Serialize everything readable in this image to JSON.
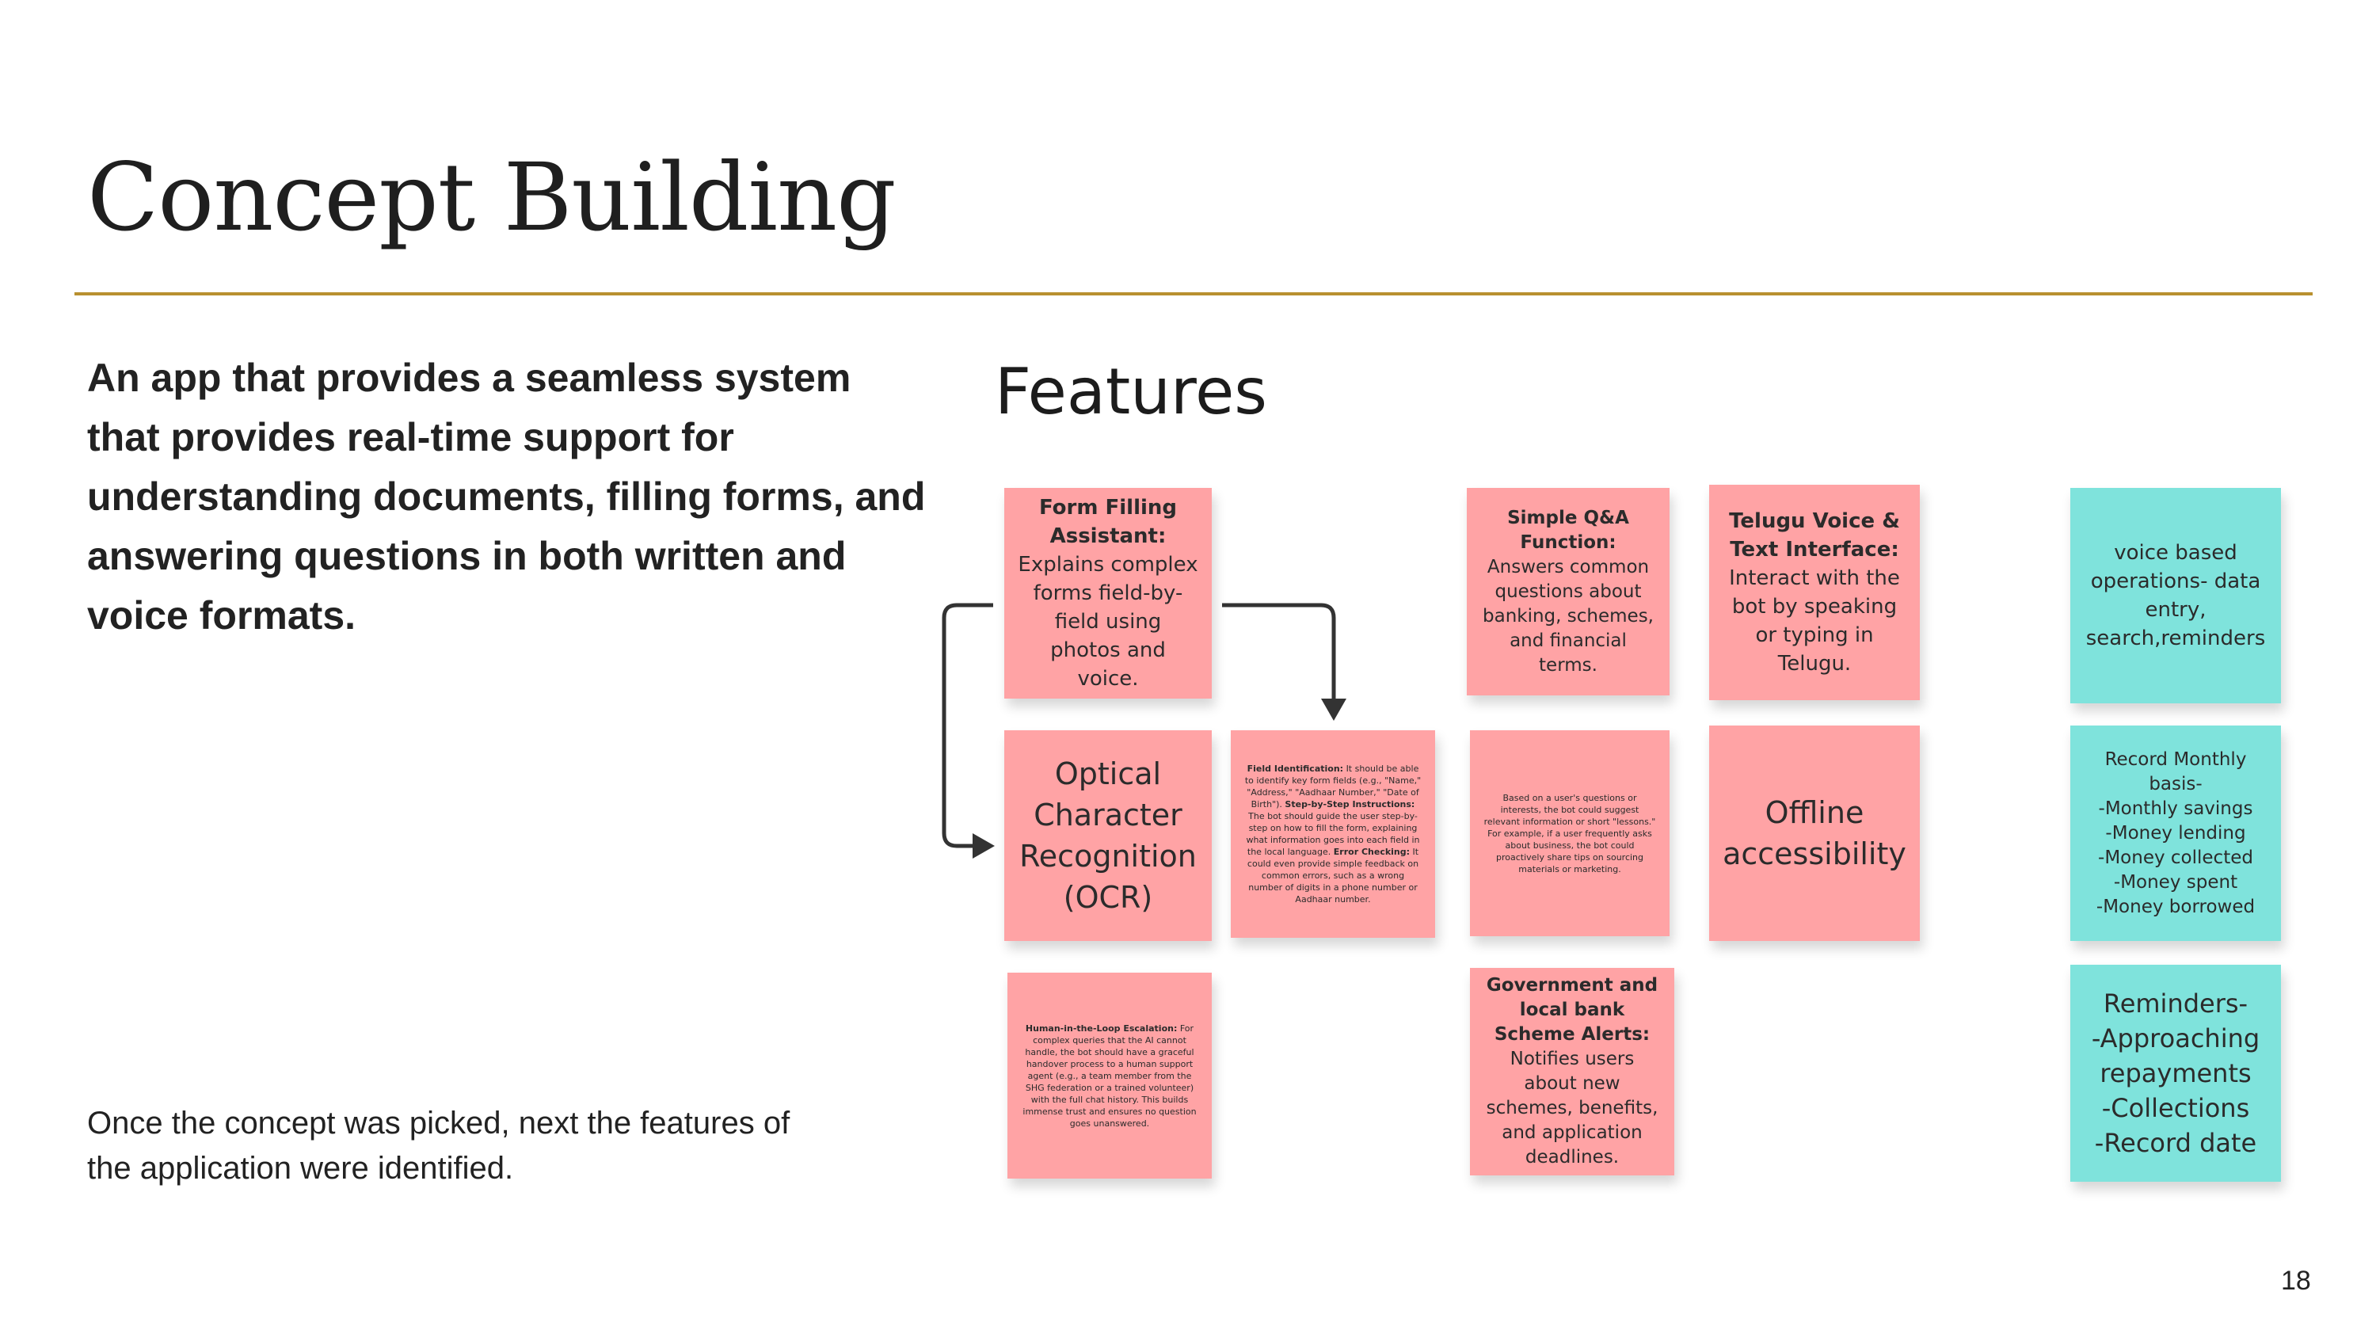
{
  "slide": {
    "title": "Concept Building",
    "lead": "An app that provides a seamless system that provides real-time support for understanding documents, filling forms, and answering questions in both written and voice formats.",
    "note": "Once the concept was picked, next the features of the application were identified.",
    "page_number": "18",
    "colors": {
      "accent_rule": "#b8902f",
      "pink_note": "#ffa3a5",
      "teal_note": "#7fe3dc"
    }
  },
  "board": {
    "heading": "Features",
    "notes": {
      "form_filling": {
        "title": "Form Filling Assistant:",
        "body": "Explains complex forms field-by-field using photos and voice."
      },
      "ocr": {
        "body": "Optical Character Recognition (OCR)"
      },
      "field_id": {
        "t1": "Field Identification:",
        "b1": "It should be able to identify key form fields (e.g., \"Name,\" \"Address,\" \"Aadhaar Number,\" \"Date of Birth\").",
        "t2": "Step-by-Step Instructions:",
        "b2": "The bot should guide the user step-by-step on how to fill the form, explaining what information goes into each field in the local language.",
        "t3": "Error Checking:",
        "b3": "It could even provide simple feedback on common errors, such as a wrong number of digits in a phone number or Aadhaar number."
      },
      "human_loop": {
        "title": "Human-in-the-Loop Escalation:",
        "body": "For complex queries that the AI cannot handle, the bot should have a graceful handover process to a human support agent (e.g., a team member from the SHG federation or a trained volunteer) with the full chat history. This builds immense trust and ensures no question goes unanswered."
      },
      "qa": {
        "title": "Simple Q&A Function:",
        "body": "Answers common questions about banking, schemes, and financial terms."
      },
      "lessons": {
        "body": "Based on a user's questions or interests, the bot could suggest relevant information or short \"lessons.\" For example, if a user frequently asks about business, the bot could proactively share tips on sourcing materials or marketing."
      },
      "scheme_alerts": {
        "title": "Government and local bank Scheme Alerts:",
        "body": "Notifies users about new schemes, benefits, and application deadlines."
      },
      "telugu": {
        "title": "Telugu Voice & Text Interface:",
        "body": "Interact with the bot by speaking or typing in Telugu."
      },
      "offline": {
        "body": "Offline accessibility"
      },
      "voice_ops": {
        "body": "voice based operations- data entry, search,reminders"
      },
      "monthly": {
        "lines": [
          "Record Monthly basis-",
          "-Monthly savings",
          "-Money lending",
          "-Money collected",
          "-Money spent",
          "-Money borrowed"
        ]
      },
      "reminders": {
        "lines": [
          "Reminders-",
          "-Approaching repayments",
          "-Collections",
          "-Record date"
        ]
      }
    }
  }
}
